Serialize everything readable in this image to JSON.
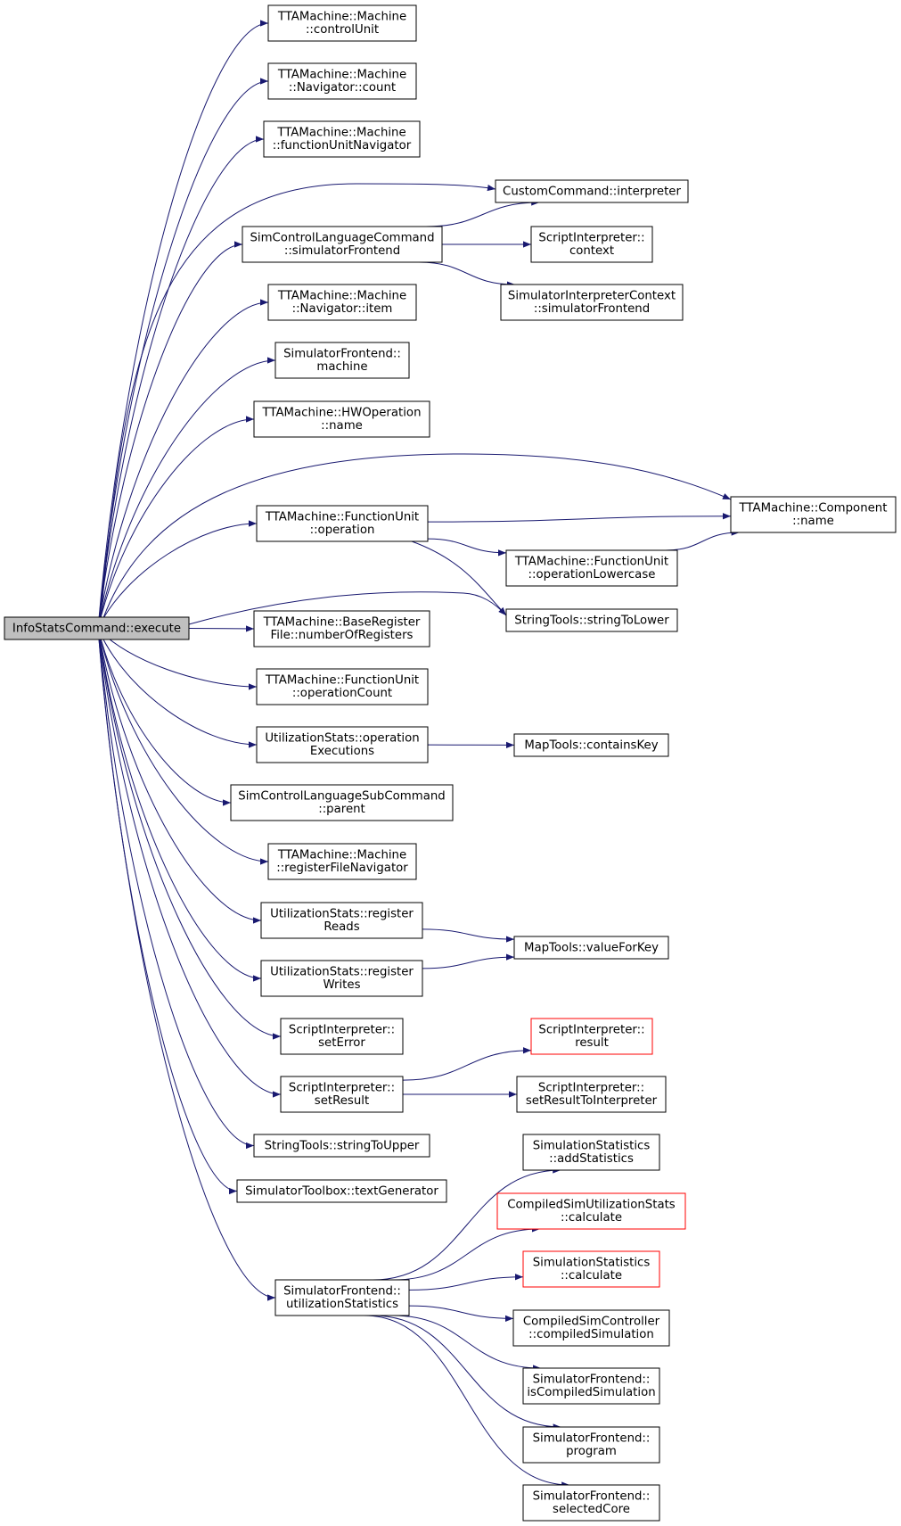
{
  "colors": {
    "edge": "#191970",
    "node_border": "#000000",
    "node_border_missing": "#ff0000",
    "root_fill": "#bfbfbf",
    "node_fill": "#ffffff",
    "text": "#000000"
  },
  "nodes": [
    {
      "id": "root",
      "lines": [
        "InfoStatsCommand::execute"
      ],
      "root": true
    },
    {
      "id": "controlUnit",
      "lines": [
        "TTAMachine::Machine",
        "::controlUnit"
      ]
    },
    {
      "id": "navCount",
      "lines": [
        "TTAMachine::Machine",
        "::Navigator::count"
      ]
    },
    {
      "id": "fuNavigator",
      "lines": [
        "TTAMachine::Machine",
        "::functionUnitNavigator"
      ]
    },
    {
      "id": "customInterp",
      "lines": [
        "CustomCommand::interpreter"
      ]
    },
    {
      "id": "scSimFrontend",
      "lines": [
        "SimControlLanguageCommand",
        "::simulatorFrontend"
      ]
    },
    {
      "id": "siContext",
      "lines": [
        "ScriptInterpreter::",
        "context"
      ]
    },
    {
      "id": "sicSimFrontend",
      "lines": [
        "SimulatorInterpreterContext",
        "::simulatorFrontend"
      ]
    },
    {
      "id": "navItem",
      "lines": [
        "TTAMachine::Machine",
        "::Navigator::item"
      ]
    },
    {
      "id": "sfMachine",
      "lines": [
        "SimulatorFrontend::",
        "machine"
      ]
    },
    {
      "id": "hwopName",
      "lines": [
        "TTAMachine::HWOperation",
        "::name"
      ]
    },
    {
      "id": "compName",
      "lines": [
        "TTAMachine::Component",
        "::name"
      ]
    },
    {
      "id": "fuOperation",
      "lines": [
        "TTAMachine::FunctionUnit",
        "::operation"
      ]
    },
    {
      "id": "fuOpLower",
      "lines": [
        "TTAMachine::FunctionUnit",
        "::operationLowercase"
      ]
    },
    {
      "id": "strToLower",
      "lines": [
        "StringTools::stringToLower"
      ]
    },
    {
      "id": "brfNumRegs",
      "lines": [
        "TTAMachine::BaseRegister",
        "File::numberOfRegisters"
      ]
    },
    {
      "id": "fuOpCount",
      "lines": [
        "TTAMachine::FunctionUnit",
        "::operationCount"
      ]
    },
    {
      "id": "usOpExec",
      "lines": [
        "UtilizationStats::operation",
        "Executions"
      ]
    },
    {
      "id": "mtContainsKey",
      "lines": [
        "MapTools::containsKey"
      ]
    },
    {
      "id": "sclsParent",
      "lines": [
        "SimControlLanguageSubCommand",
        "::parent"
      ]
    },
    {
      "id": "rfNavigator",
      "lines": [
        "TTAMachine::Machine",
        "::registerFileNavigator"
      ]
    },
    {
      "id": "usRegReads",
      "lines": [
        "UtilizationStats::register",
        "Reads"
      ]
    },
    {
      "id": "mtValueForKey",
      "lines": [
        "MapTools::valueForKey"
      ]
    },
    {
      "id": "usRegWrites",
      "lines": [
        "UtilizationStats::register",
        "Writes"
      ]
    },
    {
      "id": "siSetError",
      "lines": [
        "ScriptInterpreter::",
        "setError"
      ]
    },
    {
      "id": "siResult",
      "lines": [
        "ScriptInterpreter::",
        "result"
      ],
      "missing": true
    },
    {
      "id": "siSetResult",
      "lines": [
        "ScriptInterpreter::",
        "setResult"
      ]
    },
    {
      "id": "siSetResultToInterp",
      "lines": [
        "ScriptInterpreter::",
        "setResultToInterpreter"
      ]
    },
    {
      "id": "strToUpper",
      "lines": [
        "StringTools::stringToUpper"
      ]
    },
    {
      "id": "stTextGen",
      "lines": [
        "SimulatorToolbox::textGenerator"
      ]
    },
    {
      "id": "ssAddStats",
      "lines": [
        "SimulationStatistics",
        "::addStatistics"
      ]
    },
    {
      "id": "csusCalc",
      "lines": [
        "CompiledSimUtilizationStats",
        "::calculate"
      ],
      "missing": true
    },
    {
      "id": "ssCalc",
      "lines": [
        "SimulationStatistics",
        "::calculate"
      ],
      "missing": true
    },
    {
      "id": "sfUtilStats",
      "lines": [
        "SimulatorFrontend::",
        "utilizationStatistics"
      ]
    },
    {
      "id": "cscCompiledSim",
      "lines": [
        "CompiledSimController",
        "::compiledSimulation"
      ]
    },
    {
      "id": "sfIsCompiled",
      "lines": [
        "SimulatorFrontend::",
        "isCompiledSimulation"
      ]
    },
    {
      "id": "sfProgram",
      "lines": [
        "SimulatorFrontend::",
        "program"
      ]
    },
    {
      "id": "sfSelectedCore",
      "lines": [
        "SimulatorFrontend::",
        "selectedCore"
      ]
    }
  ],
  "edges": [
    [
      "root",
      "controlUnit"
    ],
    [
      "root",
      "navCount"
    ],
    [
      "root",
      "fuNavigator"
    ],
    [
      "root",
      "customInterp"
    ],
    [
      "root",
      "scSimFrontend"
    ],
    [
      "root",
      "navItem"
    ],
    [
      "root",
      "sfMachine"
    ],
    [
      "root",
      "hwopName"
    ],
    [
      "root",
      "compName"
    ],
    [
      "root",
      "fuOperation"
    ],
    [
      "root",
      "strToLower"
    ],
    [
      "root",
      "brfNumRegs"
    ],
    [
      "root",
      "fuOpCount"
    ],
    [
      "root",
      "usOpExec"
    ],
    [
      "root",
      "sclsParent"
    ],
    [
      "root",
      "rfNavigator"
    ],
    [
      "root",
      "usRegReads"
    ],
    [
      "root",
      "usRegWrites"
    ],
    [
      "root",
      "siSetError"
    ],
    [
      "root",
      "siSetResult"
    ],
    [
      "root",
      "strToUpper"
    ],
    [
      "root",
      "stTextGen"
    ],
    [
      "root",
      "sfUtilStats"
    ],
    [
      "scSimFrontend",
      "customInterp"
    ],
    [
      "scSimFrontend",
      "siContext"
    ],
    [
      "scSimFrontend",
      "sicSimFrontend"
    ],
    [
      "fuOperation",
      "compName"
    ],
    [
      "fuOperation",
      "fuOpLower"
    ],
    [
      "fuOperation",
      "strToLower"
    ],
    [
      "fuOpLower",
      "compName"
    ],
    [
      "usOpExec",
      "mtContainsKey"
    ],
    [
      "usRegReads",
      "mtValueForKey"
    ],
    [
      "usRegWrites",
      "mtValueForKey"
    ],
    [
      "siSetResult",
      "siResult"
    ],
    [
      "siSetResult",
      "siSetResultToInterp"
    ],
    [
      "sfUtilStats",
      "ssAddStats"
    ],
    [
      "sfUtilStats",
      "csusCalc"
    ],
    [
      "sfUtilStats",
      "ssCalc"
    ],
    [
      "sfUtilStats",
      "cscCompiledSim"
    ],
    [
      "sfUtilStats",
      "sfIsCompiled"
    ],
    [
      "sfUtilStats",
      "sfProgram"
    ],
    [
      "sfUtilStats",
      "sfSelectedCore"
    ]
  ]
}
